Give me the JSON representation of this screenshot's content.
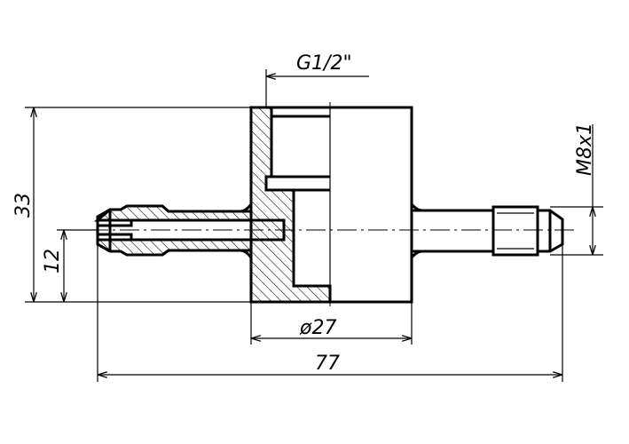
{
  "drawing": {
    "dimensions": {
      "thread_g": "G1/2\"",
      "height_total": "33",
      "height_offset": "12",
      "thread_m": "M8x1",
      "diameter": "ø27",
      "length_total": "77"
    }
  }
}
